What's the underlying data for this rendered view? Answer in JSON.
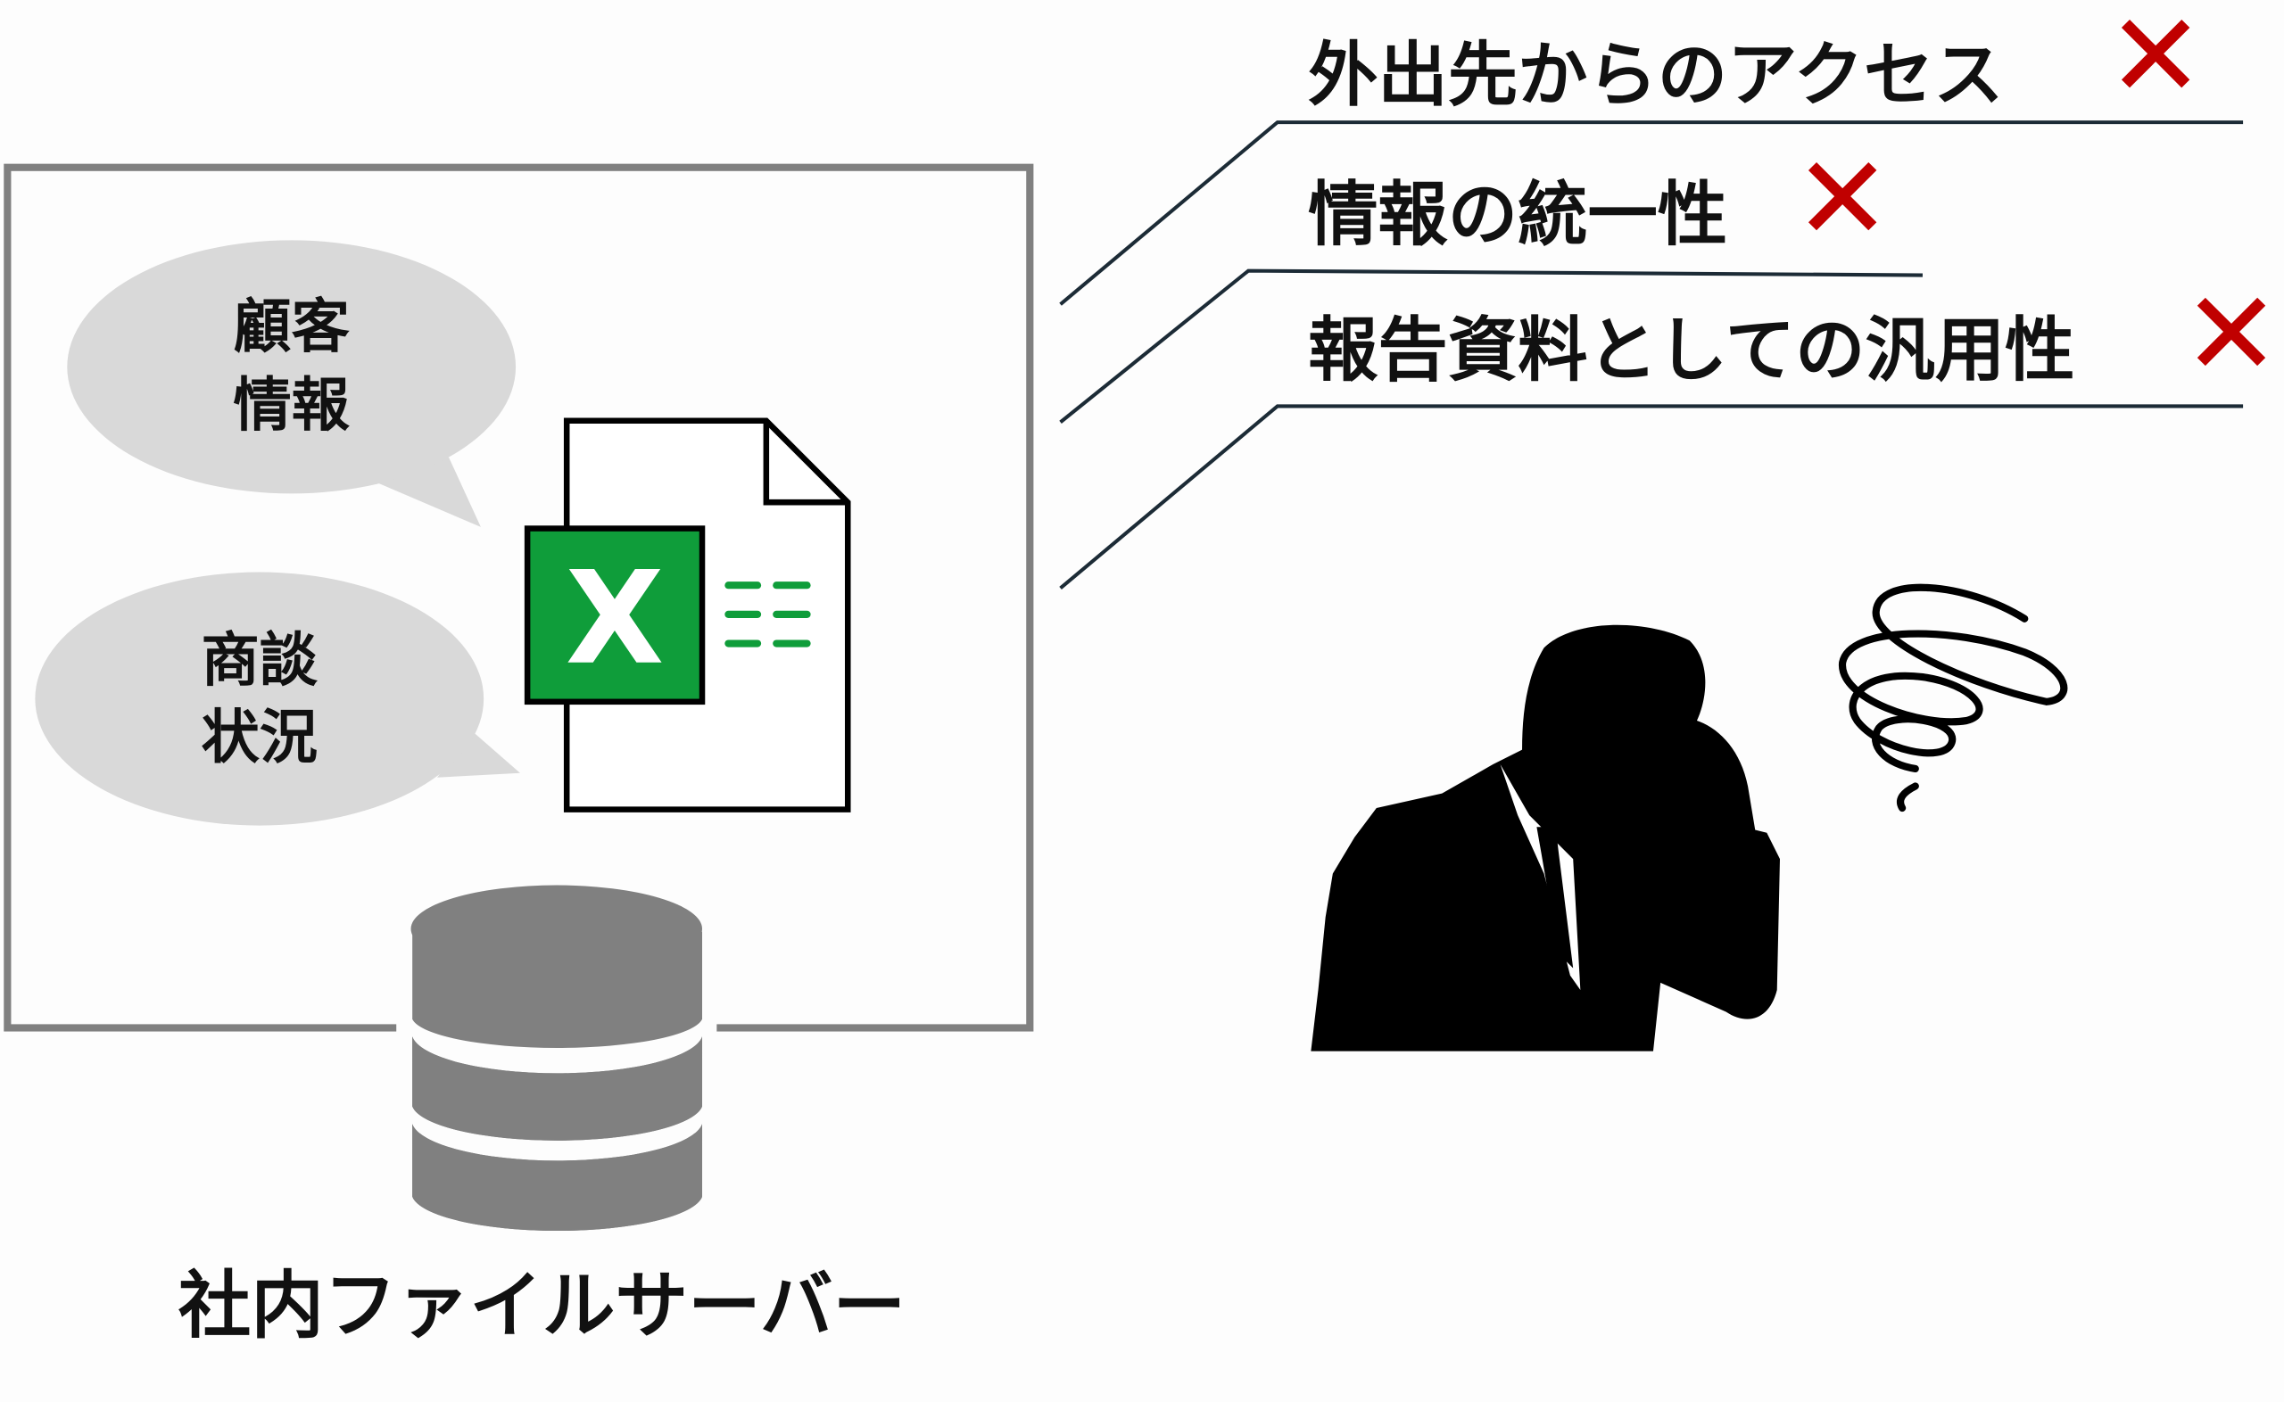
{
  "bubbles": [
    {
      "line1": "顧客",
      "line2": "情報"
    },
    {
      "line1": "商談",
      "line2": "状況"
    }
  ],
  "excel_icon_letter": "X",
  "server_label": "社内ファイルサーバー",
  "issues": [
    {
      "text": "外出先からのアクセス",
      "status": "✕"
    },
    {
      "text": "情報の統一性",
      "status": "✕"
    },
    {
      "text": "報告資料としての汎用性",
      "status": "✕"
    }
  ],
  "colors": {
    "frame": "#808080",
    "bubble": "#d9d9d9",
    "excel_green": "#0f9d3a",
    "cross": "#c00000",
    "line": "#1c2b36"
  }
}
